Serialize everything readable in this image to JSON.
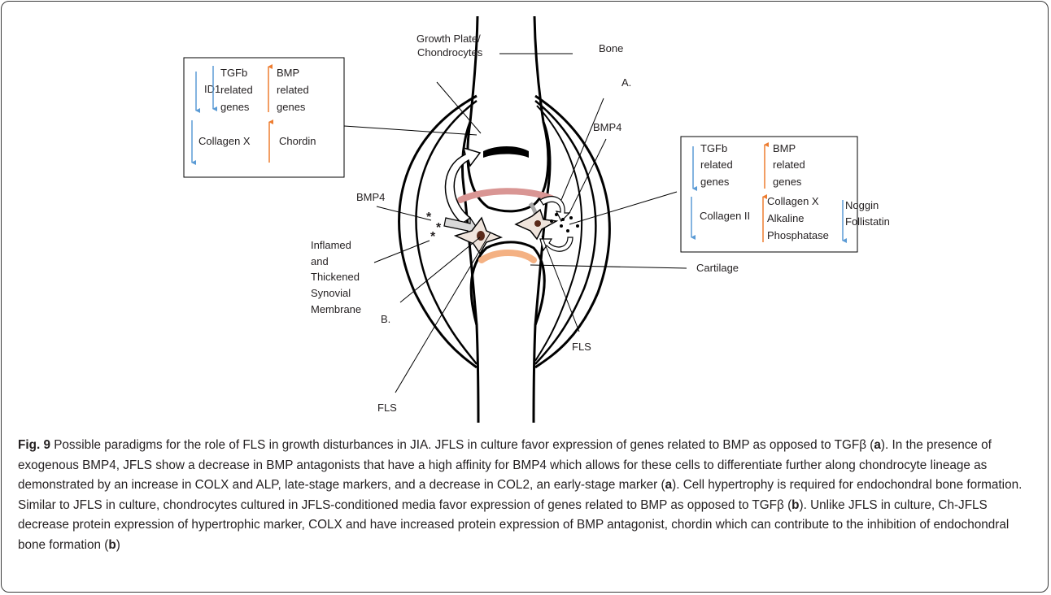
{
  "labels": {
    "growth_plate": [
      "Growth Plate/",
      "Chondrocytes"
    ],
    "bone": "Bone",
    "a_marker": "A.",
    "bmp4_right": "BMP4",
    "bmp4_left": "BMP4",
    "synovial": [
      "Inflamed",
      "and",
      "Thickened",
      "Synovial",
      "Membrane"
    ],
    "cartilage": "Cartilage",
    "b_marker": "B.",
    "fls_right": "FLS",
    "fls_bottom": "FLS"
  },
  "box_left": {
    "id1": "ID1",
    "tgfb": [
      "TGFb",
      "related",
      "genes"
    ],
    "bmp": [
      "BMP",
      "related",
      "genes"
    ],
    "collagen_x": "Collagen X",
    "chordin": "Chordin"
  },
  "box_right": {
    "tgfb": [
      "TGFb",
      "related",
      "genes"
    ],
    "bmp": [
      "BMP",
      "related",
      "genes"
    ],
    "collagen_ii": "Collagen II",
    "up_list": [
      "Collagen X",
      "Alkaline",
      "Phosphatase"
    ],
    "down_list": [
      "Noggin",
      "Follistatin"
    ]
  },
  "caption": {
    "fig_label": "Fig. 9",
    "s1": " Possible paradigms for the role of FLS in growth disturbances in JIA. JFLS in culture favor expression of genes related to BMP as opposed to TGFβ (",
    "r1": "a",
    "s2": "). In the presence of exogenous BMP4, JFLS show a decrease in BMP antagonists that have a high affinity for BMP4 which allows for these cells to differentiate further along chondrocyte lineage as demonstrated by an increase in COLX and ALP, late-stage markers, and a decrease in COL2, an early-stage marker (",
    "r2": "a",
    "s3": "). Cell hypertrophy is required for endochondral bone formation. Similar to JFLS in culture, chondrocytes cultured in JFLS-conditioned media favor expression of genes related to BMP as opposed to TGFβ (",
    "r3": "b",
    "s4": "). Unlike JFLS in culture, Ch-JFLS decrease protein expression of hypertrophic marker, COLX and have increased protein expression of BMP antagonist, chordin which can contribute to the inhibition of endochondral bone formation (",
    "r4": "b",
    "s5": ")"
  },
  "colors": {
    "down_arrow": "#5b9bd5",
    "up_arrow": "#ed7d31",
    "growth_plate": "#000000",
    "upper_cartilage": "#d99694",
    "lower_cartilage": "#f4b183",
    "outline": "#000000"
  }
}
